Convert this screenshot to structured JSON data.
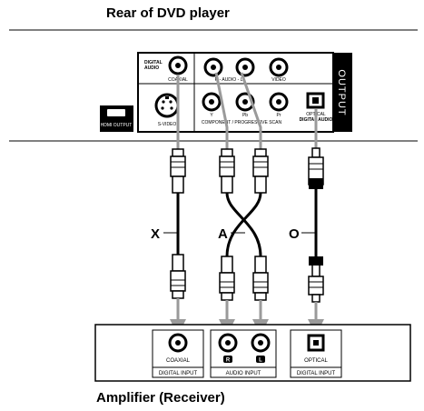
{
  "titles": {
    "top": "Rear of DVD player",
    "bottom": "Amplifier (Receiver)"
  },
  "dvd": {
    "output_label": "OUTPUT",
    "digital_audio": [
      "DIGITAL",
      "AUDIO"
    ],
    "coaxial": "COAXIAL",
    "audio_lr": "R - AUDIO - L",
    "video": "VIDEO",
    "svideo": "S-VIDEO",
    "hdmi": "HDMI OUTPUT",
    "y": "Y",
    "pb": "Pb",
    "pr": "Pr",
    "component": "COMPONENT / PROGRESSIVE SCAN",
    "optical": "OPTICAL",
    "digital_audio_optical": "DIGITAL AUDIO"
  },
  "cables": {
    "x": "X",
    "a": "A",
    "o": "O"
  },
  "amp": {
    "coaxial": "COAXIAL",
    "digital_input_1": "DIGITAL INPUT",
    "r": "R",
    "l": "L",
    "audio_input": "AUDIO INPUT",
    "optical": "OPTICAL",
    "digital_input_2": "DIGITAL INPUT"
  }
}
